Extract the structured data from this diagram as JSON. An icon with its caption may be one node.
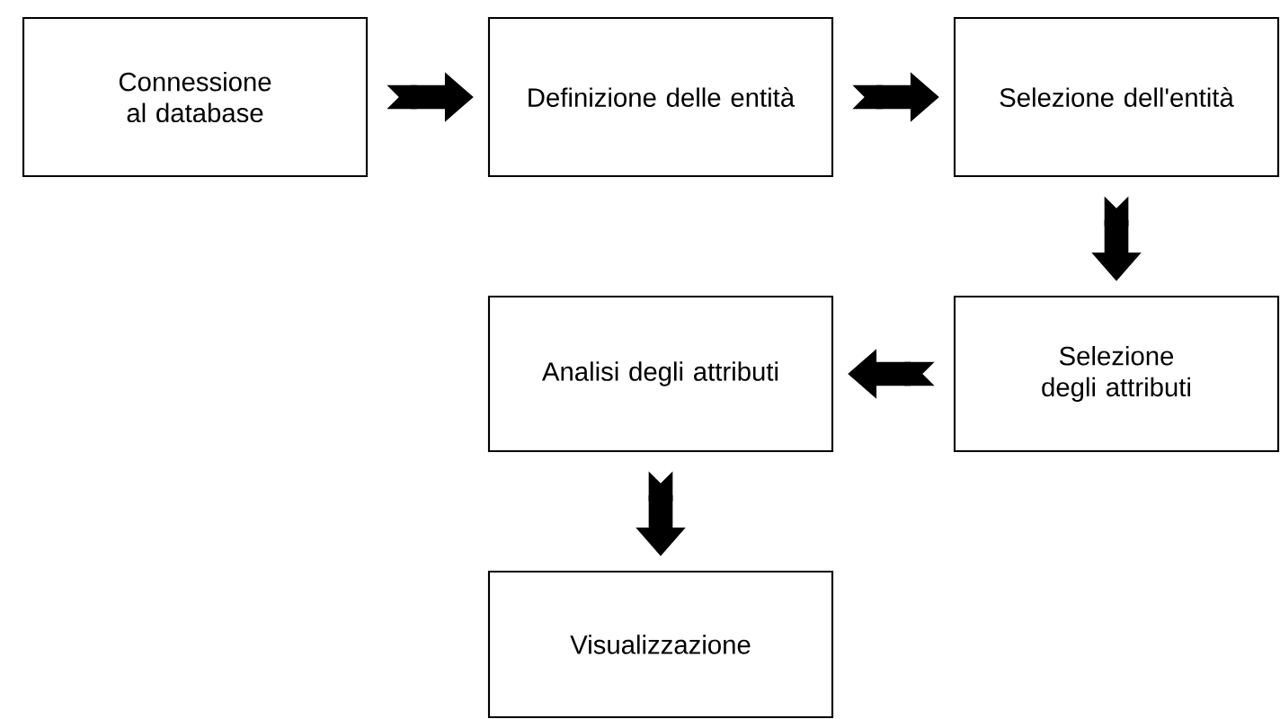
{
  "diagram": {
    "nodes": [
      {
        "text": [
          "Connessione al database"
        ]
      },
      {
        "text": [
          "Definizione delle entità"
        ]
      },
      {
        "text": [
          "Selezione dell'entità"
        ]
      },
      {
        "text": [
          "Selezione degli attributi"
        ]
      },
      {
        "text": [
          "Analisi degli attributi"
        ]
      },
      {
        "text": [
          "Visualizzazione"
        ]
      }
    ],
    "edges": [
      {
        "from": 0,
        "to": 1,
        "arrow": "to"
      },
      {
        "from": 1,
        "to": 2,
        "arrow": "to"
      },
      {
        "from": 2,
        "to": 3,
        "arrow": "to"
      },
      {
        "from": 3,
        "to": 4,
        "arrow": "to"
      },
      {
        "from": 4,
        "to": 5,
        "arrow": "to"
      }
    ]
  }
}
